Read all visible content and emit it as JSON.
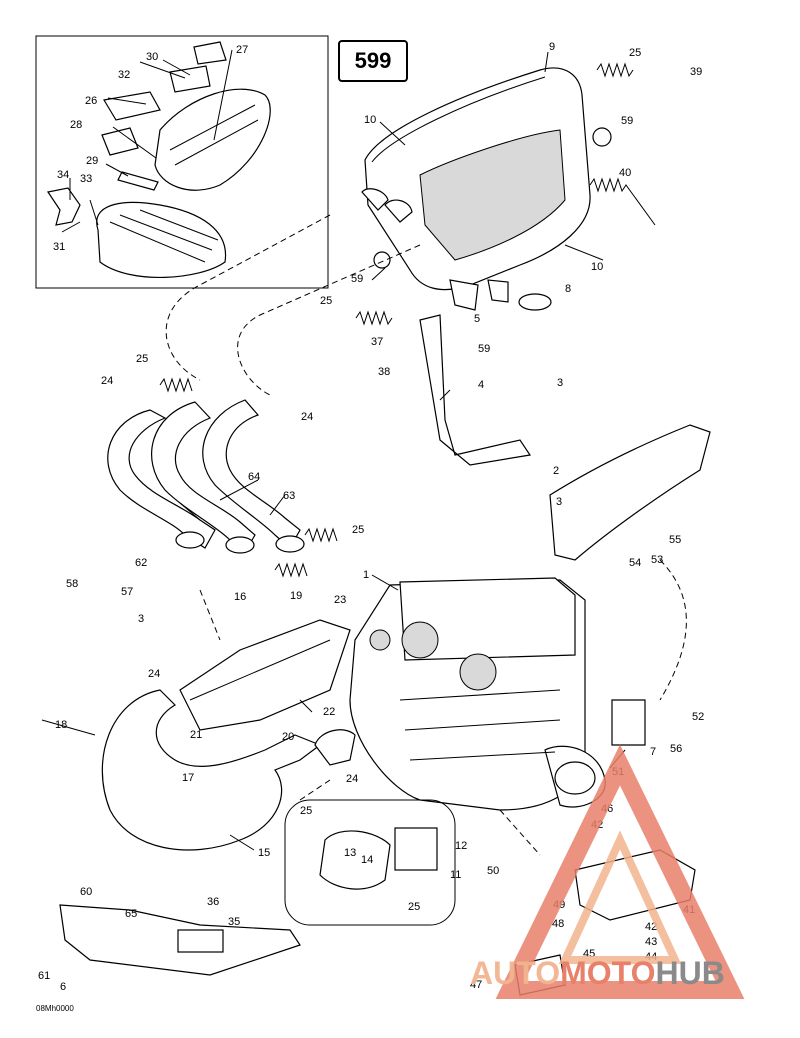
{
  "diagram": {
    "page_number": "599",
    "document_code": "08Mh0000",
    "watermark": {
      "part1": "AUTO",
      "part2": "MOTO",
      "part3": "HUB"
    },
    "callouts": [
      {
        "id": "c27",
        "label": "27"
      },
      {
        "id": "c30",
        "label": "30"
      },
      {
        "id": "c32",
        "label": "32"
      },
      {
        "id": "c26",
        "label": "26"
      },
      {
        "id": "c28",
        "label": "28"
      },
      {
        "id": "c29",
        "label": "29"
      },
      {
        "id": "c34",
        "label": "34"
      },
      {
        "id": "c33",
        "label": "33"
      },
      {
        "id": "c31",
        "label": "31"
      },
      {
        "id": "c9",
        "label": "9"
      },
      {
        "id": "c25a",
        "label": "25"
      },
      {
        "id": "c39",
        "label": "39"
      },
      {
        "id": "c10a",
        "label": "10"
      },
      {
        "id": "c59a",
        "label": "59"
      },
      {
        "id": "c40",
        "label": "40"
      },
      {
        "id": "c59b",
        "label": "59"
      },
      {
        "id": "c10b",
        "label": "10"
      },
      {
        "id": "c8",
        "label": "8"
      },
      {
        "id": "c25b",
        "label": "25"
      },
      {
        "id": "c5",
        "label": "5"
      },
      {
        "id": "c37",
        "label": "37"
      },
      {
        "id": "c59c",
        "label": "59"
      },
      {
        "id": "c25c",
        "label": "25"
      },
      {
        "id": "c38",
        "label": "38"
      },
      {
        "id": "c4",
        "label": "4"
      },
      {
        "id": "c24a",
        "label": "24"
      },
      {
        "id": "c24b",
        "label": "24"
      },
      {
        "id": "c3a",
        "label": "3"
      },
      {
        "id": "c2",
        "label": "2"
      },
      {
        "id": "c3b",
        "label": "3"
      },
      {
        "id": "c64",
        "label": "64"
      },
      {
        "id": "c63",
        "label": "63"
      },
      {
        "id": "c25d",
        "label": "25"
      },
      {
        "id": "c55",
        "label": "55"
      },
      {
        "id": "c62",
        "label": "62"
      },
      {
        "id": "c54",
        "label": "54"
      },
      {
        "id": "c53",
        "label": "53"
      },
      {
        "id": "c1",
        "label": "1"
      },
      {
        "id": "c58",
        "label": "58"
      },
      {
        "id": "c57",
        "label": "57"
      },
      {
        "id": "c3c",
        "label": "3"
      },
      {
        "id": "c16",
        "label": "16"
      },
      {
        "id": "c19",
        "label": "19"
      },
      {
        "id": "c23",
        "label": "23"
      },
      {
        "id": "c24c",
        "label": "24"
      },
      {
        "id": "c18",
        "label": "18"
      },
      {
        "id": "c22",
        "label": "22"
      },
      {
        "id": "c52",
        "label": "52"
      },
      {
        "id": "c21",
        "label": "21"
      },
      {
        "id": "c20",
        "label": "20"
      },
      {
        "id": "c7",
        "label": "7"
      },
      {
        "id": "c56",
        "label": "56"
      },
      {
        "id": "c17",
        "label": "17"
      },
      {
        "id": "c24d",
        "label": "24"
      },
      {
        "id": "c51",
        "label": "51"
      },
      {
        "id": "c46",
        "label": "46"
      },
      {
        "id": "c42a",
        "label": "42"
      },
      {
        "id": "c25e",
        "label": "25"
      },
      {
        "id": "c12",
        "label": "12"
      },
      {
        "id": "c13",
        "label": "13"
      },
      {
        "id": "c14",
        "label": "14"
      },
      {
        "id": "c15",
        "label": "15"
      },
      {
        "id": "c11",
        "label": "11"
      },
      {
        "id": "c50",
        "label": "50"
      },
      {
        "id": "c25f",
        "label": "25"
      },
      {
        "id": "c60",
        "label": "60"
      },
      {
        "id": "c65",
        "label": "65"
      },
      {
        "id": "c36",
        "label": "36"
      },
      {
        "id": "c35",
        "label": "35"
      },
      {
        "id": "c49",
        "label": "49"
      },
      {
        "id": "c41",
        "label": "41"
      },
      {
        "id": "c48",
        "label": "48"
      },
      {
        "id": "c42b",
        "label": "42"
      },
      {
        "id": "c43",
        "label": "43"
      },
      {
        "id": "c45",
        "label": "45"
      },
      {
        "id": "c44",
        "label": "44"
      },
      {
        "id": "c61",
        "label": "61"
      },
      {
        "id": "c6",
        "label": "6"
      },
      {
        "id": "c47",
        "label": "47"
      }
    ]
  }
}
